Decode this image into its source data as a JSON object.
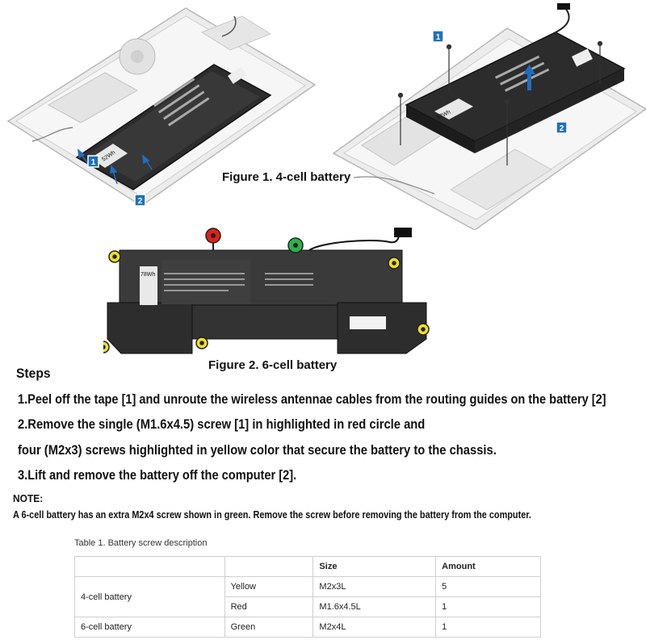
{
  "figures": {
    "figure1_caption": "Figure 1. 4-cell battery",
    "figure2_caption": "Figure 2. 6-cell battery",
    "callout_1": "1",
    "callout_2": "2",
    "battery_6cell_label": "78Wh",
    "battery_4cell_label": "52Wh",
    "screw_colors": {
      "red": "#d8231f",
      "yellow": "#f2e21a",
      "green": "#2bb24c"
    },
    "callout_color": "#1f6fc0"
  },
  "steps": {
    "heading": "Steps",
    "step1": "1.Peel off the tape [1] and unroute the wireless antennae cables from the routing guides on the battery [2]",
    "step2a": "2.Remove the single (M1.6x4.5) screw [1] in highlighted in red circle and",
    "step2b": "four (M2x3) screws highlighted in yellow color that secure the battery to the chassis.",
    "step3": "3.Lift and remove the battery off the computer [2]."
  },
  "note": {
    "label": "NOTE:",
    "text": "A 6-cell battery has an extra M2x4 screw shown in green. Remove the screw before removing the battery from the computer."
  },
  "table": {
    "caption": "Table 1. Battery screw description",
    "headers": [
      "",
      "",
      "Size",
      "Amount"
    ],
    "rows": [
      {
        "battery": "4-cell battery",
        "color": "Yellow",
        "size": "M2x3L",
        "amount": "5"
      },
      {
        "battery": "",
        "color": "Red",
        "size": "M1.6x4.5L",
        "amount": "1"
      },
      {
        "battery": "6-cell battery",
        "color": "Green",
        "size": "M2x4L",
        "amount": "1"
      }
    ]
  }
}
